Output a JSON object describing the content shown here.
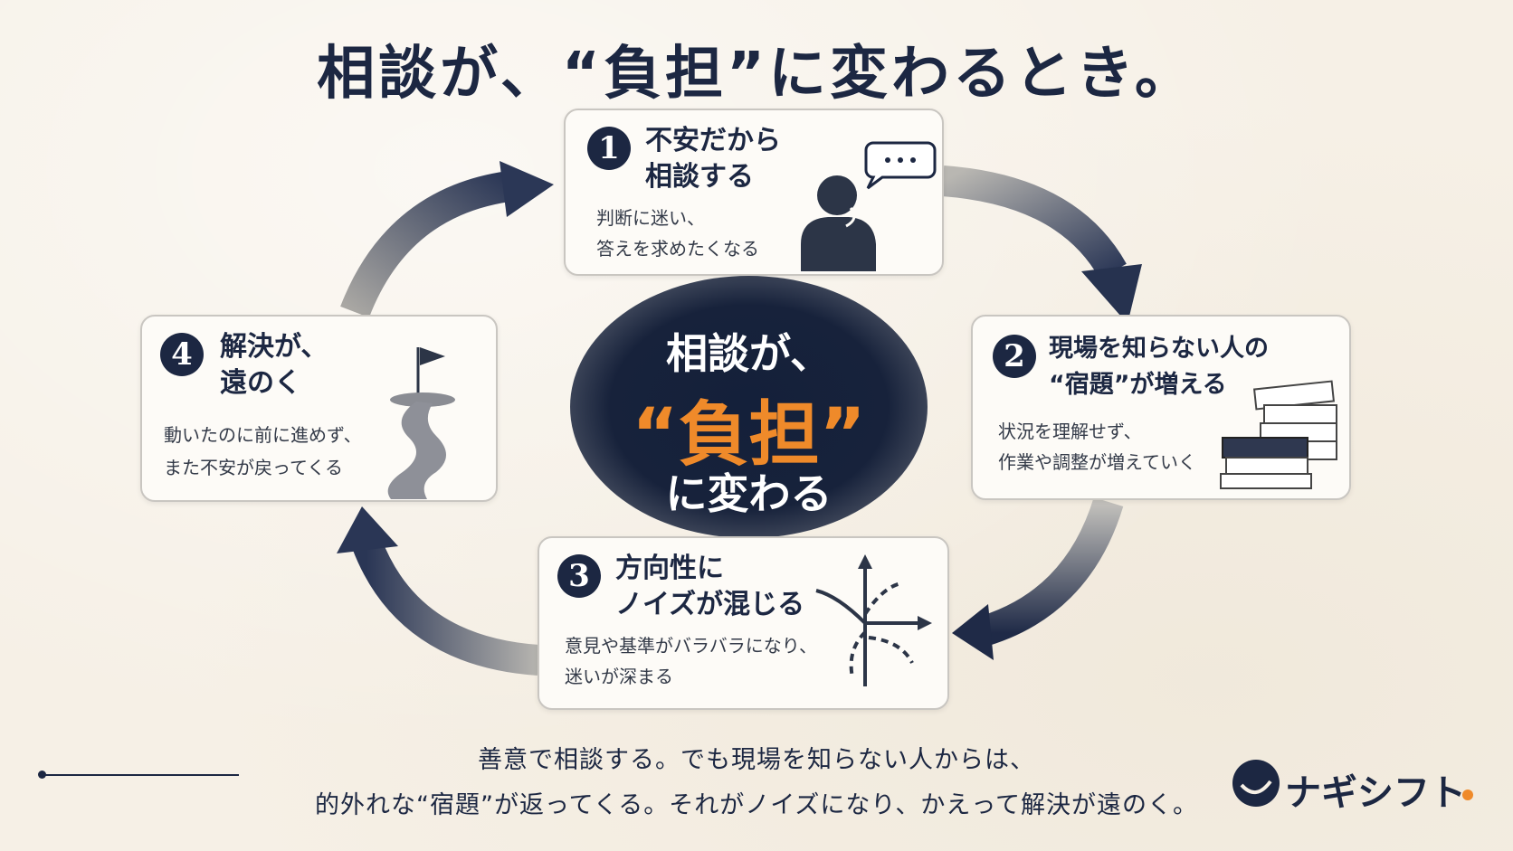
{
  "title": "相談が、“負担”に変わるとき。",
  "center": {
    "line1": "相談が、",
    "line2": "“負担”",
    "line3": "に変わる"
  },
  "steps": [
    {
      "num": "1",
      "title_line1": "不安だから",
      "title_line2": "相談する",
      "desc_line1": "判断に迷い、",
      "desc_line2": "答えを求めたくなる"
    },
    {
      "num": "2",
      "title_line1": "現場を知らない人の",
      "title_line2": "“宿題”が増える",
      "desc_line1": "状況を理解せず、",
      "desc_line2": "作業や調整が増えていく"
    },
    {
      "num": "3",
      "title_line1": "方向性に",
      "title_line2": "ノイズが混じる",
      "desc_line1": "意見や基準がバラバラになり、",
      "desc_line2": "迷いが深まる"
    },
    {
      "num": "4",
      "title_line1": "解決が、",
      "title_line2": "遠のく",
      "desc_line1": "動いたのに前に進めず、",
      "desc_line2": "また不安が戻ってくる"
    }
  ],
  "footer": {
    "line1": "善意で相談する。でも現場を知らない人からは、",
    "line2": "的外れな“宿題”が返ってくる。それがノイズになり、かえって解決が遠のく。"
  },
  "logo": {
    "text": "ナギシフト",
    "accent": "#ef8a2a"
  },
  "colors": {
    "navy": "#1c2742",
    "accent": "#ef8a2a",
    "background": "#f6f0e6"
  },
  "icons": [
    "speech-bubble-icon",
    "thinking-person-icon",
    "document-stack-icon",
    "diverging-arrows-icon",
    "flag-path-icon"
  ]
}
